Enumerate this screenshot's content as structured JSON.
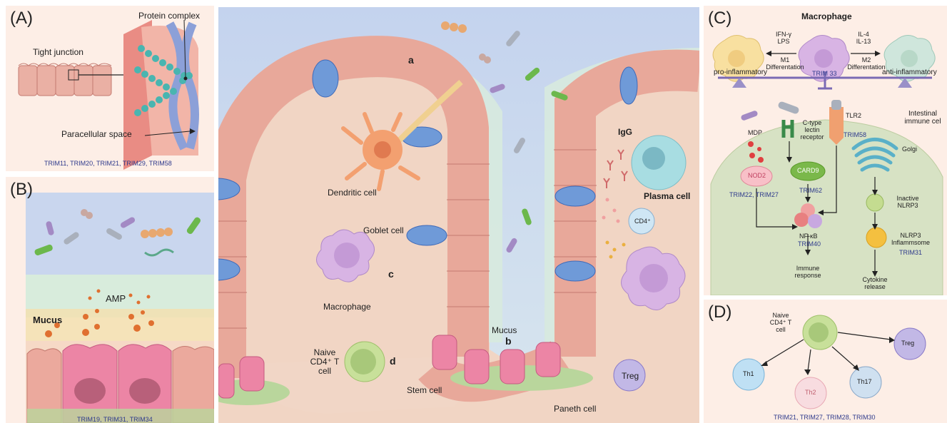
{
  "panel_a": {
    "label": "(A)",
    "protein_complex": "Protein complex",
    "tight_junction": "Tight junction",
    "paracellular_space": "Paracellular space",
    "trims": "TRIM11, TRIM20, TRIM21, TRIM29, TRIM58"
  },
  "panel_b": {
    "label": "(B)",
    "amp": "AMP",
    "mucus": "Mucus",
    "trims": "TRIM19, TRIM31, TRIM34"
  },
  "center": {
    "a": "a",
    "b": "b",
    "c": "c",
    "d": "d",
    "dendritic_cell": "Dendritic cell",
    "goblet_cell": "Goblet cell",
    "macrophage": "Macrophage",
    "naive_cd4": "Naive\nCD4⁺ T\ncell",
    "mucus": "Mucus",
    "stem_cell": "Stem cell",
    "paneth_cell": "Paneth cell",
    "igg": "IgG",
    "plasma_cell": "Plasma cell",
    "cd4": "CD4⁺",
    "treg": "Treg"
  },
  "panel_c": {
    "label": "(C)",
    "macrophage": "Macrophage",
    "ifn_lps": "IFN-γ\nLPS",
    "m1": "M1\nDifferentation",
    "il": "IL-4\nIL-13",
    "m2": "M2\nDifferentation",
    "pro_inflammatory": "pro-inflammatory",
    "trim33": "TRIM 33",
    "anti_inflammatory": "anti-inflammatory",
    "tlr2": "TLR2",
    "trim58": "TRIM58",
    "intestinal": "Intestinal\nimmune cel",
    "mdp": "MDP",
    "ctype": "C-type\nlectin\nreceptor",
    "golgi": "Golgi",
    "nod2": "NOD2",
    "card9": "CARD9",
    "trim22_27": "TRIM22, TRIM27",
    "trim62": "TRIM62",
    "inactive_nlrp3": "Inactive\nNLRP3",
    "nfkb": "NF-κB",
    "trim40": "TRIM40",
    "nlrp3_inflammasome": "NLRP3\nInflammsome",
    "trim31": "TRIM31",
    "immune_response": "Immune\nresponse",
    "cytokine_release": "Cytokine\nrelease"
  },
  "panel_d": {
    "label": "(D)",
    "naive": "Naive\nCD4⁺ T\ncell",
    "treg": "Treg",
    "th1": "Th1",
    "th2": "Th2",
    "th17": "Th17",
    "trims": "TRIM21, TRIM27, TRIM28, TRIM30"
  }
}
